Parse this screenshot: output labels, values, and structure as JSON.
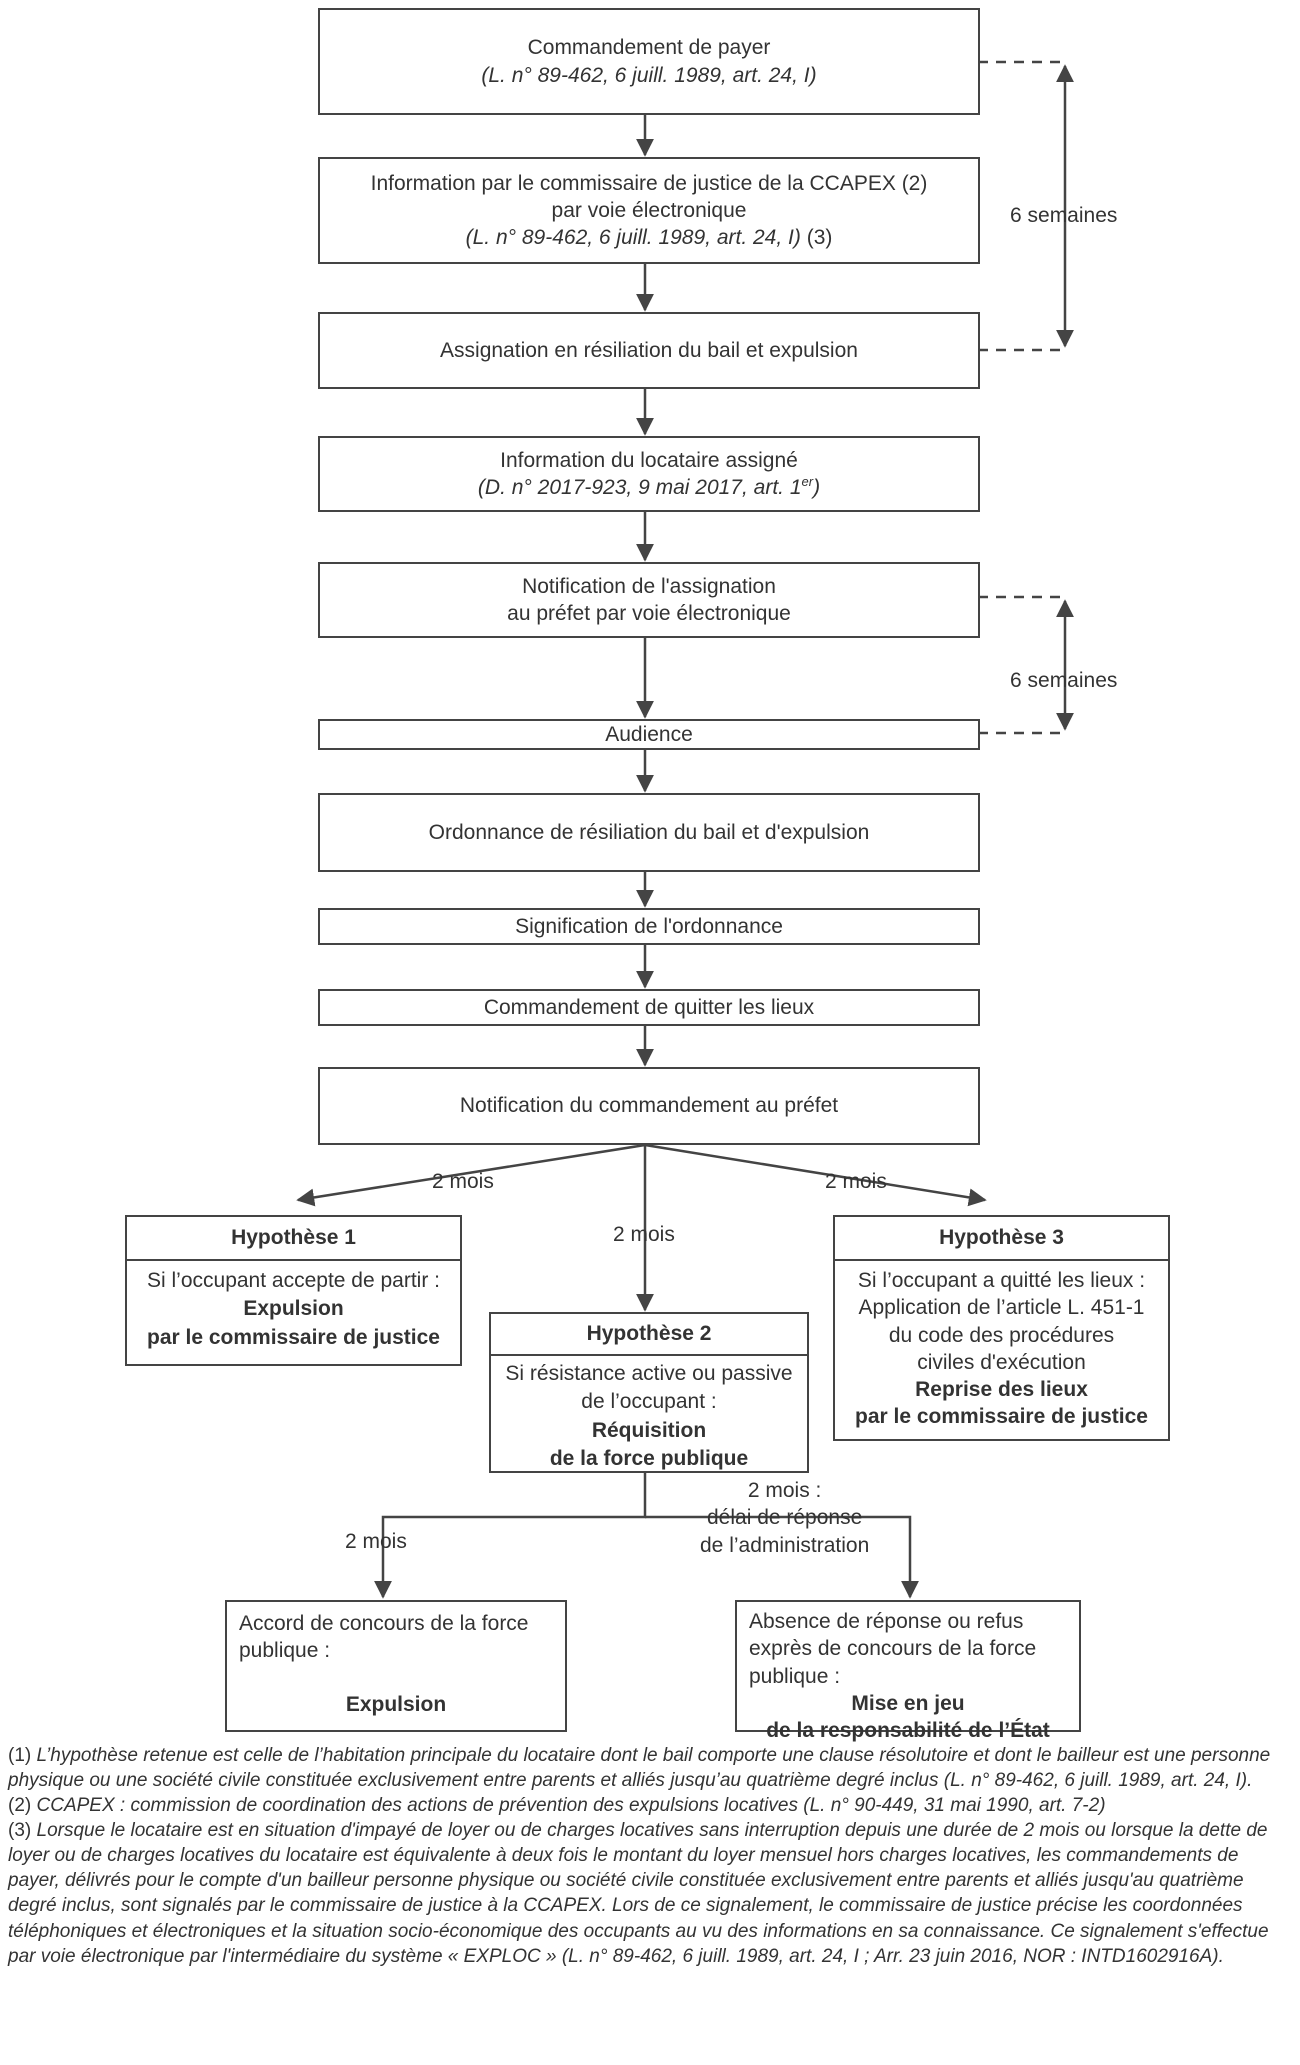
{
  "steps": {
    "s1": {
      "line1": "Commandement de payer",
      "ref": "(L. n° 89-462, 6 juill. 1989, art. 24, I)"
    },
    "s2": {
      "line1": "Information par le commissaire de justice de la CCAPEX",
      "note1": "(2)",
      "line2": "par voie électronique",
      "ref": "(L. n° 89-462, 6 juill. 1989, art. 24, I)",
      "note2": "(3)"
    },
    "s3": {
      "line1": "Assignation en résiliation du bail et expulsion"
    },
    "s4": {
      "line1": "Information du locataire assigné",
      "ref": "(D. n° 2017-923, 9 mai 2017, art. 1",
      "ref_sup": "er",
      "ref_end": ")"
    },
    "s5": {
      "line1": "Notification de l'assignation",
      "line2": "au préfet par voie électronique"
    },
    "s6": {
      "line1": "Audience"
    },
    "s7": {
      "line1": "Ordonnance de résiliation du bail et d'expulsion"
    },
    "s8": {
      "line1": "Signification de l'ordonnance"
    },
    "s9": {
      "line1": "Commandement de quitter les lieux"
    },
    "s10": {
      "line1": "Notification du commandement au préfet"
    }
  },
  "delays": {
    "six_weeks_1": "6 semaines",
    "six_weeks_2": "6 semaines",
    "two_months_left": "2 mois",
    "two_months_center": "2 mois",
    "two_months_right": "2 mois",
    "two_months_lower_left": "2 mois",
    "reply_line1": "2 mois :",
    "reply_line2": "délai de réponse",
    "reply_line3": "de l’administration"
  },
  "hypotheses": {
    "h1": {
      "title": "Hypothèse 1",
      "text": "Si l’occupant accepte de partir :",
      "bold1": "Expulsion",
      "bold2": "par le commissaire de justice"
    },
    "h2": {
      "title": "Hypothèse 2",
      "text1": "Si résistance active ou passive",
      "text2": "de l’occupant :",
      "bold1": "Réquisition",
      "bold2": "de la force publique"
    },
    "h3": {
      "title": "Hypothèse 3",
      "text1": "Si l’occupant a quitté les lieux :",
      "text2": "Application de l’article L. 451-1",
      "text3": "du code des procédures",
      "text4": "civiles d'exécution",
      "bold1": "Reprise des lieux",
      "bold2": "par le commissaire de justice"
    }
  },
  "outcomes": {
    "accord": {
      "text1": "Accord de concours de la force",
      "text2": "publique :",
      "bold": "Expulsion"
    },
    "absence": {
      "text1": "Absence de réponse ou refus",
      "text2": "exprès de concours de la force",
      "text3": "publique :",
      "bold1": "Mise en jeu",
      "bold2": "de la responsabilité de l’État"
    }
  },
  "footnotes": {
    "n1_num": "(1)",
    "n1": "L’hypothèse retenue est celle de l’habitation principale du locataire dont le bail comporte une clause résolutoire et dont le bailleur est une personne physique ou une société civile constituée exclusivement entre parents et alliés jusqu’au quatrième degré inclus (L. n° 89-462, 6 juill. 1989, art. 24, I).",
    "n2_num": "(2)",
    "n2": "CCAPEX : commission de coordination des actions de prévention des expulsions locatives (L. n° 90-449, 31 mai 1990, art. 7-2)",
    "n3_num": "(3)",
    "n3": "Lorsque le locataire est en situation d'impayé de loyer ou de charges locatives sans interruption depuis une durée de 2 mois ou lorsque la dette de loyer ou de charges locatives du locataire est équivalente à deux fois le montant du loyer mensuel hors charges locatives, les commandements de payer, délivrés pour le compte d'un bailleur personne physique ou société civile constituée exclusivement entre parents et alliés jusqu'au quatrième degré inclus, sont signalés par le commissaire de justice à la CCAPEX. Lors de ce signalement, le commissaire de justice précise les coordonnées téléphoniques et électroniques et la situation socio-économique des occupants au vu des informations en sa connaissance. Ce signalement s'effectue par voie électronique par l'intermédiaire du système « EXPLOC » (L. n° 89-462, 6 juill. 1989, art. 24, I ; Arr. 23 juin 2016, NOR : INTD1602916A)."
  },
  "colors": {
    "line": "#444444",
    "text": "#333333"
  }
}
